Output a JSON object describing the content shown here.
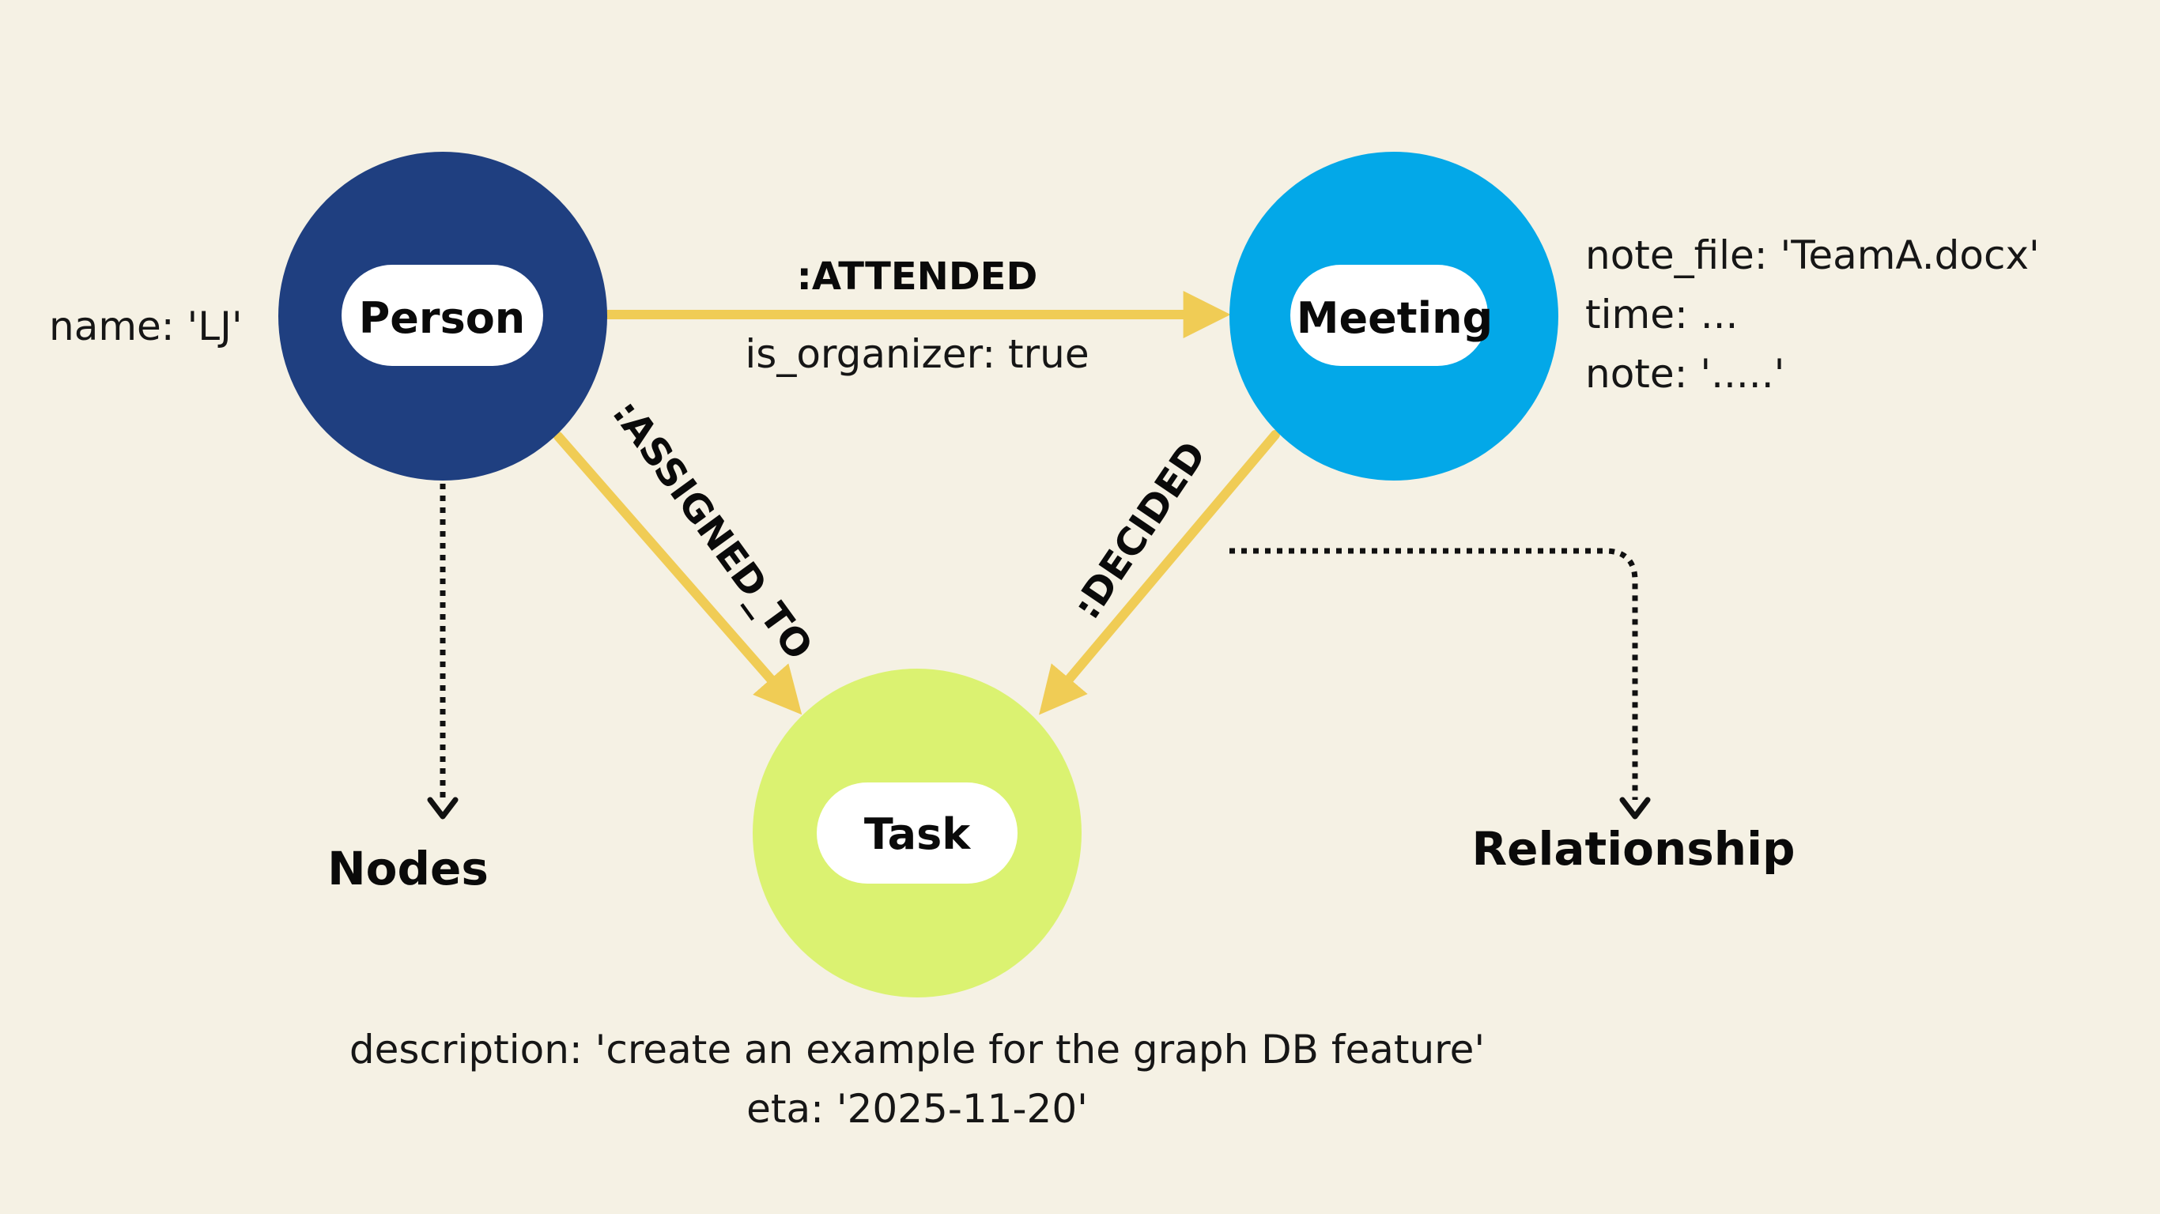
{
  "nodes": {
    "person": {
      "label": "Person",
      "color": "#1f3f80",
      "property": "name: 'LJ'"
    },
    "meeting": {
      "label": "Meeting",
      "color": "#03a8e8",
      "properties": [
        "note_file: 'TeamA.docx'",
        "time: ...",
        "note: '.....'"
      ]
    },
    "task": {
      "label": "Task",
      "color": "#dbf271",
      "properties": [
        "description: 'create an example for the graph DB feature'",
        "eta: '2025-11-20'"
      ]
    }
  },
  "relationships": {
    "attended": {
      "label": ":ATTENDED",
      "property": "is_organizer: true"
    },
    "assigned_to": {
      "label": ":ASSIGNED_TO"
    },
    "decided": {
      "label": ":DECIDED"
    }
  },
  "legend": {
    "nodes": "Nodes",
    "relationship": "Relationship"
  },
  "colors": {
    "background": "#f5f1e4",
    "edge": "#f0cc55",
    "pill": "#ffffff",
    "text": "#0a0a0a"
  }
}
